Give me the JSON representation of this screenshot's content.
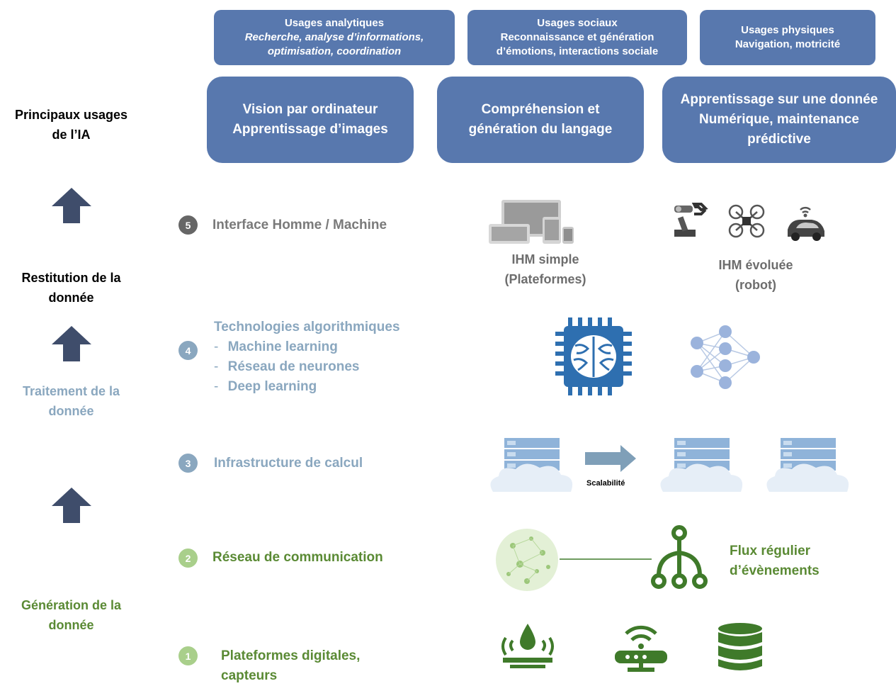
{
  "usage_boxes": [
    {
      "title": "Usages analytiques",
      "line2": "Recherche, analyse d’informations,",
      "line3": "optimisation, coordination"
    },
    {
      "title": "Usages sociaux",
      "line2": "Reconnaissance et génération",
      "line3": "d’émotions, interactions sociale"
    },
    {
      "title": "Usages physiques",
      "line2": "Navigation, motricité"
    }
  ],
  "ai_boxes": [
    {
      "line1": "Vision par ordinateur",
      "line2": "Apprentissage d’images"
    },
    {
      "line1": "Compréhension et",
      "line2": "génération du langage"
    },
    {
      "line1": "Apprentissage sur une donnée",
      "line2": "Numérique, maintenance",
      "line3": "prédictive"
    }
  ],
  "left_labels": {
    "usages": {
      "line1": "Principaux usages",
      "line2": "de l’IA"
    },
    "restitution": {
      "line1": "Restitution de la",
      "line2": "donnée"
    },
    "traitement": {
      "line1": "Traitement de la",
      "line2": "donnée"
    },
    "generation": {
      "line1": "Génération de la",
      "line2": "donnée"
    }
  },
  "layers": {
    "l5": {
      "num": "5",
      "title": "Interface Homme / Machine"
    },
    "l4": {
      "num": "4",
      "title": "Technologies algorithmiques",
      "items": [
        "Machine learning",
        "Réseau de neurones",
        "Deep learning"
      ],
      "dash": "-"
    },
    "l3": {
      "num": "3",
      "title": "Infrastructure de calcul"
    },
    "l2": {
      "num": "2",
      "title": "Réseau de communication"
    },
    "l1": {
      "num": "1",
      "title_line1": "Plateformes digitales,",
      "title_line2": "capteurs"
    }
  },
  "captions": {
    "ihm_simple": {
      "line1": "IHM simple",
      "line2": "(Plateformes)"
    },
    "ihm_evoluee": {
      "line1": "IHM évoluée",
      "line2": "(robot)"
    },
    "scalabilite": "Scalabilité",
    "flux": {
      "line1": "Flux régulier",
      "line2": "d’évènements"
    }
  },
  "colors": {
    "box_blue": "#5878ae",
    "arrow_navy": "#3f4d6b",
    "layer5": "#666666",
    "layer_blue": "#8aa7bf",
    "layer_green": "#5a8a34",
    "icon_green": "#3f7a2a"
  },
  "icons": [
    "devices-icon",
    "robot-arm-icon",
    "drone-icon",
    "autonomous-car-icon",
    "ai-chip-brain-icon",
    "neural-network-icon",
    "server-cloud-icon",
    "right-arrow-icon",
    "network-globe-icon",
    "flow-tree-icon",
    "sensor-drop-icon",
    "wifi-router-icon",
    "database-icon"
  ]
}
